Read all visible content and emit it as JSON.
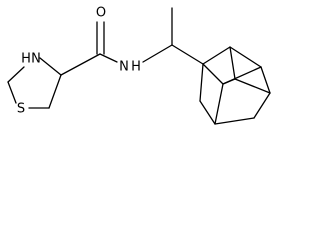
{
  "molecule": {
    "atoms": {
      "oxygen": "O",
      "amide_nitrogen": "N",
      "amide_hydrogen": "H",
      "ring_nitrogen": "N",
      "ring_hydrogen": "H",
      "sulfur": "S"
    }
  }
}
